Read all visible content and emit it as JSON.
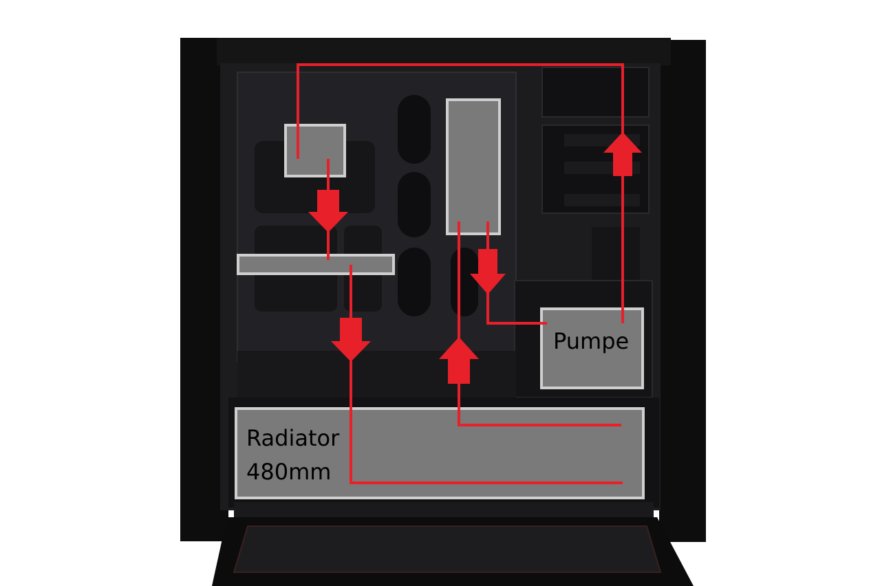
{
  "diagram": {
    "labels": {
      "pump": "Pumpe",
      "radiator_line1": "Radiator",
      "radiator_line2": "480mm"
    },
    "colors": {
      "background": "#ffffff",
      "case_body": "#0e0e0e",
      "case_interior": "#1a1a1a",
      "block_fill": "#7a7a7a",
      "block_border": "#cfcfcf",
      "loop_line": "#e8202a"
    },
    "components": [
      "cpu-block",
      "gpu-block",
      "chipset-block",
      "pump",
      "radiator"
    ],
    "flow_arrows": [
      "down",
      "down",
      "down",
      "up",
      "up"
    ]
  }
}
